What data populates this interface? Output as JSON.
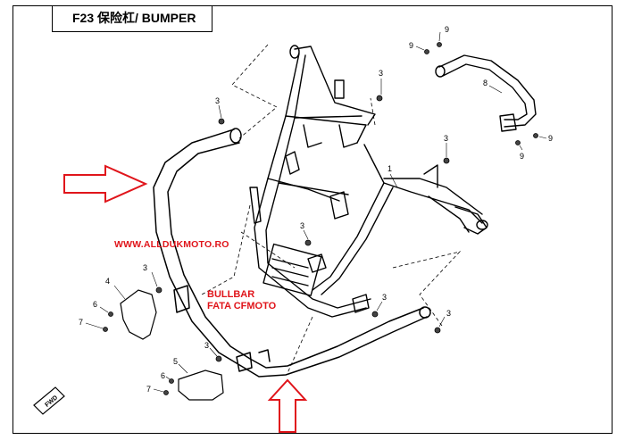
{
  "header": {
    "title": "F23  保险杠/ BUMPER"
  },
  "overlay": {
    "watermark": "WWW.ALLDUKMOTO.RO",
    "caption_line1": "BULLBAR",
    "caption_line2": "FATA CFMOTO"
  },
  "callouts": {
    "frame": "1",
    "bolt": "3",
    "cover_left": "4",
    "cover_lower": "5",
    "washer": "6",
    "screw": "7",
    "rear_bar": "8",
    "rear_bolt": "9"
  },
  "colors": {
    "annotation": "#e0151b",
    "line": "#000000"
  },
  "badge": {
    "direction": "FWD"
  }
}
